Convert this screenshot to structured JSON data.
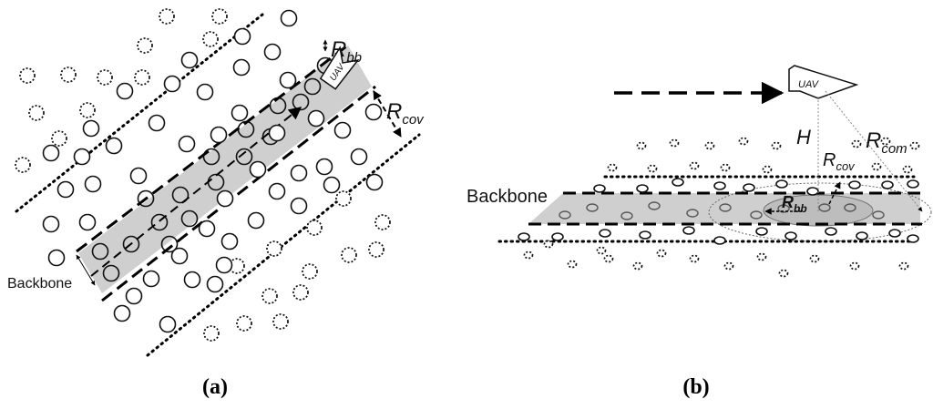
{
  "panel_a": {
    "backbone_label": "Backbone",
    "uav_label": "UAV",
    "rbb": {
      "base": "R",
      "sub": "bb"
    },
    "rcov": {
      "base": "R",
      "sub": "cov"
    },
    "caption": "(a)"
  },
  "panel_b": {
    "backbone_label": "Backbone",
    "uav_label": "UAV",
    "height_label": "H",
    "rcom": {
      "base": "R",
      "sub": "com"
    },
    "rcov": {
      "base": "R",
      "sub": "cov"
    },
    "rbb": {
      "base": "R",
      "sub": "bb"
    },
    "caption": "(b)"
  }
}
